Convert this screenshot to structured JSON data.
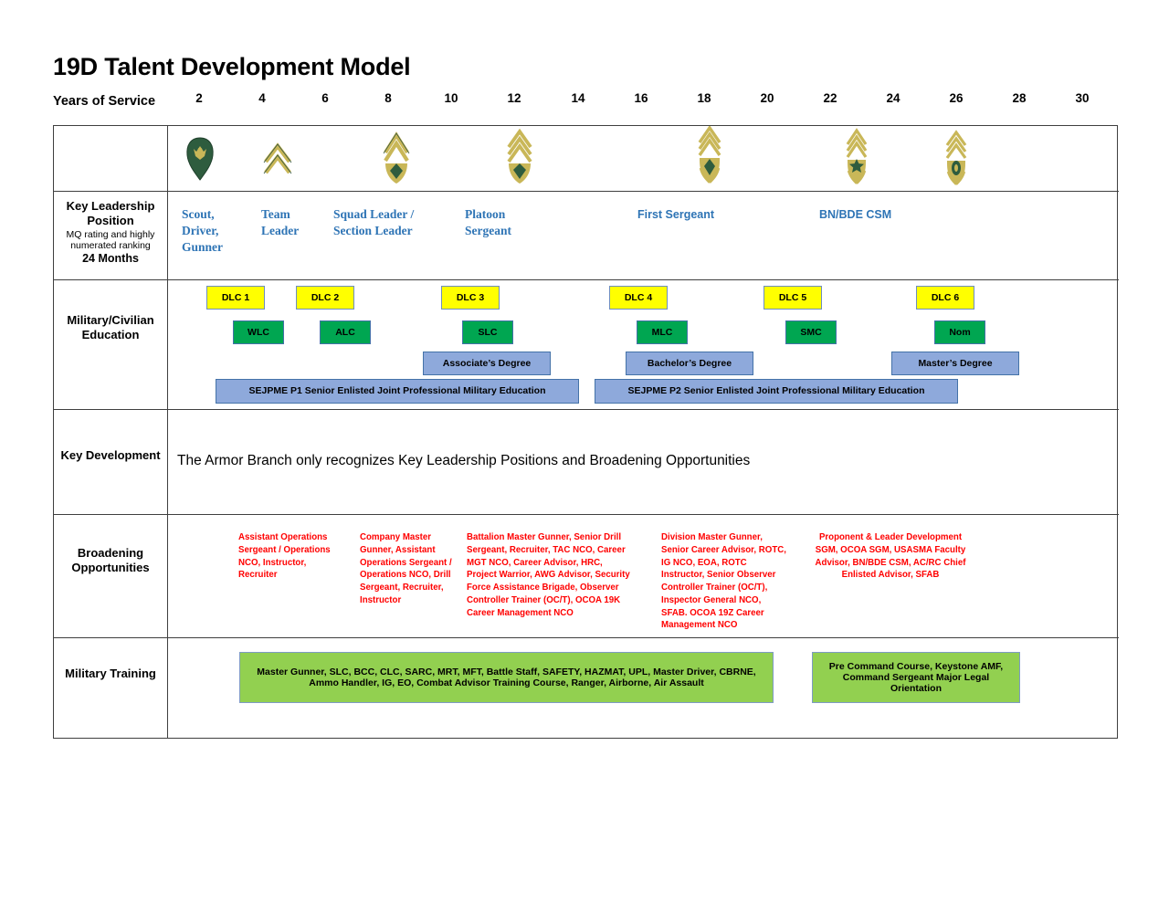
{
  "title": "19D Talent Development Model",
  "axis": {
    "label": "Years of Service",
    "ticks": [
      "2",
      "4",
      "6",
      "8",
      "10",
      "12",
      "14",
      "16",
      "18",
      "20",
      "22",
      "24",
      "26",
      "28",
      "30"
    ]
  },
  "ranks": [
    {
      "name": "specialist-insignia",
      "abbr": "SPC"
    },
    {
      "name": "sergeant-insignia",
      "abbr": "SGT"
    },
    {
      "name": "staff-sergeant-insignia",
      "abbr": "SSG"
    },
    {
      "name": "sergeant-first-class-insignia",
      "abbr": "SFC"
    },
    {
      "name": "master-sergeant-insignia",
      "abbr": "MSG"
    },
    {
      "name": "first-sergeant-insignia",
      "abbr": "1SG"
    },
    {
      "name": "sergeant-major-insignia",
      "abbr": "SGM"
    }
  ],
  "rows": {
    "key_leadership": {
      "label": "Key Leadership Position",
      "sub": "MQ rating and highly numerated ranking",
      "sub2": "24 Months",
      "items": [
        "Scout,\nDriver,\nGunner",
        "Team\nLeader",
        "Squad Leader /\nSection Leader",
        "Platoon\nSergeant",
        "First Sergeant",
        "BN/BDE CSM"
      ]
    },
    "education": {
      "label": "Military/Civilian Education",
      "dlc": [
        "DLC 1",
        "DLC 2",
        "DLC 3",
        "DLC 4",
        "DLC 5",
        "DLC 6"
      ],
      "courses": [
        "WLC",
        "ALC",
        "SLC",
        "MLC",
        "SMC",
        "Nom"
      ],
      "degrees": [
        "Associate’s Degree",
        "Bachelor’s Degree",
        "Master’s Degree"
      ],
      "sejpme": [
        "SEJPME P1 Senior Enlisted Joint Professional Military Education",
        "SEJPME P2 Senior Enlisted Joint Professional Military Education"
      ]
    },
    "key_development": {
      "label": "Key Development",
      "text": "The Armor Branch only recognizes Key Leadership Positions and Broadening Opportunities"
    },
    "broadening": {
      "label": "Broadening Opportunities",
      "columns": [
        "Assistant Operations Sergeant / Operations NCO, Instructor, Recruiter",
        "Company Master Gunner, Assistant Operations Sergeant / Operations NCO, Drill Sergeant, Recruiter, Instructor",
        "Battalion Master Gunner,  Senior Drill Sergeant, Recruiter, TAC NCO, Career MGT NCO, Career Advisor, HRC, Project Warrior, AWG Advisor, Security Force Assistance Brigade, Observer Controller Trainer (OC/T), OCOA 19K Career Management NCO",
        "Division Master Gunner, Senior Career Advisor, ROTC, IG NCO, EOA, ROTC Instructor, Senior Observer Controller Trainer (OC/T), Inspector General NCO, SFAB. OCOA 19Z Career Management NCO",
        "Proponent & Leader Development SGM, OCOA SGM, USASMA Faculty Advisor, BN/BDE CSM, AC/RC Chief Enlisted Advisor, SFAB"
      ]
    },
    "military_training": {
      "label": "Military Training",
      "blocks": [
        "Master Gunner, SLC, BCC, CLC, SARC, MRT, MFT, Battle Staff, SAFETY, HAZMAT, UPL, Master Driver, CBRNE, Ammo Handler, IG, EO, Combat Advisor Training Course, Ranger, Airborne, Air Assault",
        "Pre Command Course, Keystone AMF, Command Sergeant Major Legal Orientation"
      ]
    }
  },
  "colors": {
    "dlc_fill": "#FFFF00",
    "course_fill": "#00A651",
    "degree_fill": "#8EA9DB",
    "training_fill": "#92D050",
    "leadership_text": "#2E74B5",
    "broadening_text": "#FF0000",
    "border": "#4472A8"
  }
}
